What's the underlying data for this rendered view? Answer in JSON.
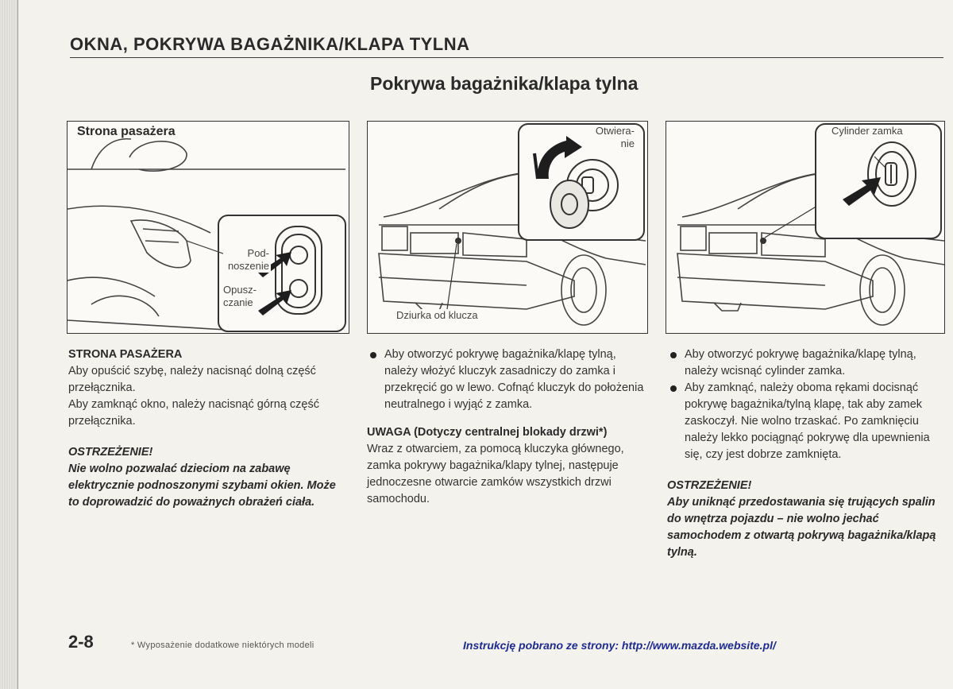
{
  "header": {
    "section_title": "OKNA, POKRYWA BAGAŻNIKA/KLAPA TYLNA",
    "subtitle": "Pokrywa bagażnika/klapa tylna"
  },
  "figures": {
    "fig1": {
      "title": "Strona pasażera",
      "label_up": "Pod-\nnoszenie",
      "label_down": "Opusz-\nczanie"
    },
    "fig2": {
      "label_open": "Otwiera-\nnie",
      "label_keyhole": "Dziurka od klucza"
    },
    "fig3": {
      "label_cylinder": "Cylinder zamka"
    }
  },
  "col1": {
    "heading": "STRONA PASAŻERA",
    "p1": "Aby opuścić szybę, należy nacisnąć dolną część przełącznika.",
    "p2": "Aby zamknąć okno, należy nacisnąć górną część przełącznika.",
    "warning_title": "OSTRZEŻENIE!",
    "warning_text": "Nie wolno pozwalać dzieciom na zabawę elektrycznie podnoszonymi szybami okien. Może to doprowadzić do poważnych obrażeń ciała."
  },
  "col2": {
    "bullet1": "Aby otworzyć pokrywę bagażnika/klapę tylną, należy włożyć kluczyk zasadniczy do zamka i przekręcić go w lewo. Cofnąć kluczyk do położenia neutralnego i wyjąć z zamka.",
    "note_title": "UWAGA (Dotyczy centralnej blokady drzwi*)",
    "note_text": "Wraz z otwarciem, za pomocą kluczyka głównego, zamka pokrywy bagażnika/klapy tylnej, następuje jednoczesne otwarcie zamków wszystkich drzwi samochodu."
  },
  "col3": {
    "bullet1": "Aby otworzyć pokrywę bagażnika/klapę tylną, należy wcisnąć cylinder zamka.",
    "bullet2": "Aby zamknąć, należy oboma rękami docisnąć pokrywę bagażnika/tylną klapę, tak aby zamek zaskoczył. Nie wolno trzaskać. Po zamknięciu należy lekko pociągnąć pokrywę dla upewnienia się, czy jest dobrze zamknięta.",
    "warning_title": "OSTRZEŻENIE!",
    "warning_text": "Aby uniknąć przedostawania się trujących spalin do wnętrza pojazdu – nie wolno jechać samochodem z otwartą pokrywą bagażnika/klapą tylną."
  },
  "footer": {
    "page_number": "2-8",
    "footnote": "* Wyposażenie dodatkowe niektórych modeli",
    "source": "Instrukcję pobrano ze strony: http://www.mazda.website.pl/"
  }
}
